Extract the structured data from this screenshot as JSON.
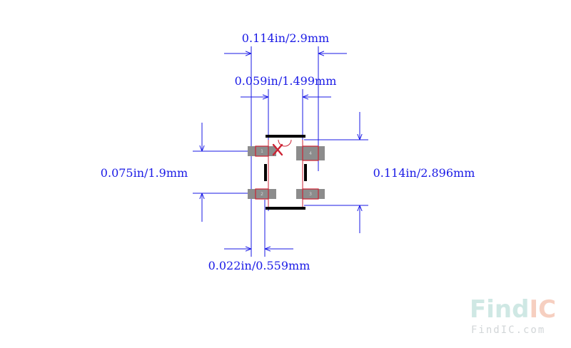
{
  "dimensions": {
    "top_width": "0.114in/2.9mm",
    "inner_width": "0.059in/1.499mm",
    "pitch_left": "0.075in/1.9mm",
    "total_height": "0.114in/2.896mm",
    "pad_width": "0.022in/0.559mm"
  },
  "pads": [
    {
      "number": "1"
    },
    {
      "number": "2"
    },
    {
      "number": "3"
    },
    {
      "number": "4"
    }
  ],
  "watermark": {
    "brand_find": "Find",
    "brand_ic": "IC",
    "url": "FindIC.com"
  },
  "colors": {
    "dimension": "#1a1ae6",
    "pad_fill": "#8c8c8c",
    "pad_outline": "#cc2233",
    "silkscreen": "#000000",
    "watermark_find": "#cfe8e4",
    "watermark_ic": "#f6cfc0"
  }
}
